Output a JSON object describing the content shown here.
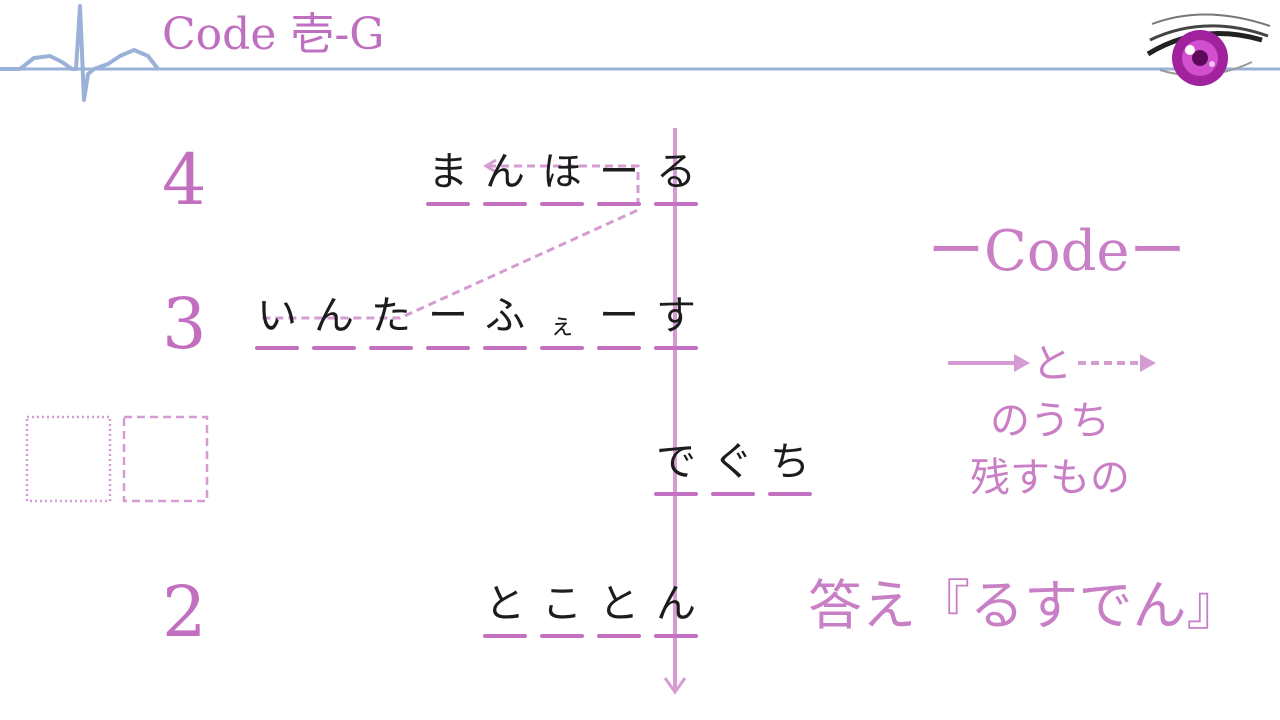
{
  "header": {
    "title": "Code 壱-G"
  },
  "rows": [
    {
      "number": "4",
      "chars": [
        "ま",
        "ん",
        "ほ",
        "ー",
        "る"
      ]
    },
    {
      "number": "3",
      "chars": [
        "い",
        "ん",
        "た",
        "ー",
        "ふ",
        "ぇ",
        "ー",
        "す"
      ]
    },
    {
      "number": "",
      "chars": [
        "で",
        "ぐ",
        "ち"
      ]
    },
    {
      "number": "2",
      "chars": [
        "と",
        "こ",
        "と",
        "ん"
      ]
    }
  ],
  "side": {
    "code_label": "ーCodeー",
    "to_char": "と",
    "hint_line2": "のうち",
    "hint_line3": "残すもの",
    "answer": "答え『るすでん』"
  },
  "colors": {
    "accent": "#c470c1",
    "accent_light": "#d59bd3",
    "header_line": "#9bb2d8",
    "text": "#1c1c1c"
  },
  "icons": [
    "ekg-heartbeat-icon",
    "purple-eye-icon"
  ]
}
